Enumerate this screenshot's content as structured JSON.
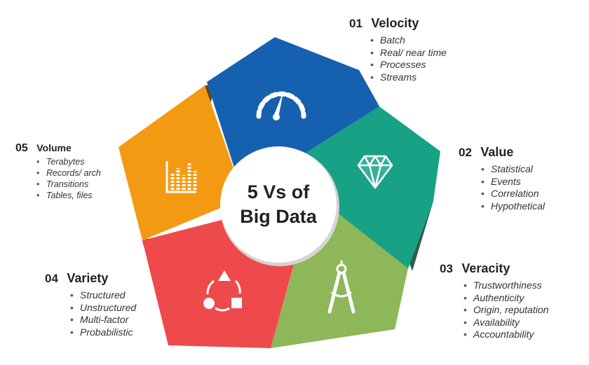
{
  "center": {
    "line1": "5 Vs of",
    "line2": "Big Data"
  },
  "segments": [
    {
      "id": "velocity",
      "number": "01",
      "title": "Velocity",
      "color": "#1660b0",
      "icon": "speedometer-icon",
      "items": [
        "Batch",
        "Real/ near time",
        "Processes",
        "Streams"
      ]
    },
    {
      "id": "value",
      "number": "02",
      "title": "Value",
      "color": "#17a185",
      "icon": "diamond-icon",
      "items": [
        "Statistical",
        "Events",
        "Correlation",
        "Hypothetical"
      ]
    },
    {
      "id": "veracity",
      "number": "03",
      "title": "Veracity",
      "color": "#8db758",
      "icon": "compass-icon",
      "items": [
        "Trustworthiness",
        "Authenticity",
        "Origin, reputation",
        "Availability",
        "Accountability"
      ]
    },
    {
      "id": "variety",
      "number": "04",
      "title": "Variety",
      "color": "#ee4a4b",
      "icon": "shapes-cycle-icon",
      "items": [
        "Structured",
        "Unstructured",
        "Multi-factor",
        "Probabilistic"
      ]
    },
    {
      "id": "volume",
      "number": "05",
      "title": "Volume",
      "color": "#f39a12",
      "icon": "bar-chart-icon",
      "items": [
        "Terabytes",
        "Records/ arch",
        "Transitions",
        "Tables, files"
      ]
    }
  ]
}
